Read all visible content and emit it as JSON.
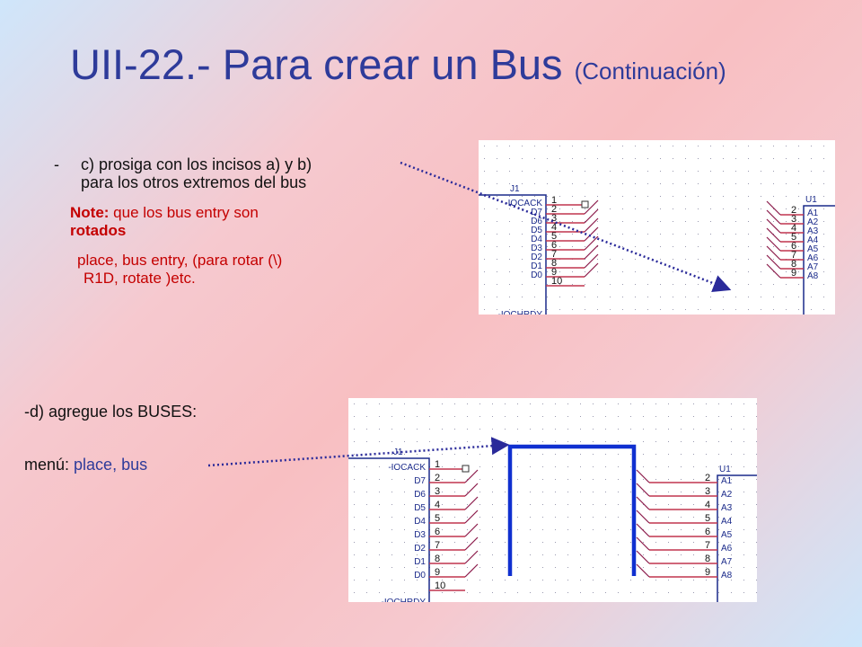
{
  "slide": {
    "title_main": "UII-22.- Para crear un Bus",
    "title_sub": "(Continuación)"
  },
  "step_c": {
    "dash": "-",
    "line1": "c) prosiga con los  incisos a) y b)",
    "line2": "para los otros extremos del bus"
  },
  "note": {
    "keyword": "Note:",
    "text": " que los bus entry son",
    "emphasis": "rotados"
  },
  "place_tip": {
    "line1": "place, bus entry, (para rotar (\\)",
    "line2": "R1D, rotate )etc."
  },
  "step_d": {
    "text": "-d) agregue los  BUSES:"
  },
  "menu": {
    "label": "menú: ",
    "value": "place, bus"
  },
  "schematic1": {
    "j1_ref": "J1",
    "j1_signals": [
      "-IOCACK",
      "D7",
      "D6",
      "D5",
      "D4",
      "D3",
      "D2",
      "D1",
      "D0"
    ],
    "j1_pins": [
      "1",
      "2",
      "3",
      "4",
      "5",
      "6",
      "7",
      "8",
      "9",
      "10"
    ],
    "u1_ref": "U1",
    "u1_signals": [
      "A1",
      "A2",
      "A3",
      "A4",
      "A5",
      "A6",
      "A7",
      "A8"
    ],
    "u1_pins": [
      "2",
      "3",
      "4",
      "5",
      "6",
      "7",
      "8",
      "9"
    ]
  },
  "schematic2": {
    "j1_ref": "J1",
    "j1_signals": [
      "-IOCACK",
      "D7",
      "D6",
      "D5",
      "D4",
      "D3",
      "D2",
      "D1",
      "D0"
    ],
    "j1_pins": [
      "1",
      "2",
      "3",
      "4",
      "5",
      "6",
      "7",
      "8",
      "9",
      "10"
    ],
    "u1_ref": "U1",
    "u1_signals": [
      "A1",
      "A2",
      "A3",
      "A4",
      "A5",
      "A6",
      "A7",
      "A8"
    ],
    "u1_pins": [
      "2",
      "3",
      "4",
      "5",
      "6",
      "7",
      "8",
      "9"
    ]
  },
  "colors": {
    "title": "#2e3b9a",
    "note_text": "#c40000",
    "wire": "#c0354f",
    "bus_entry": "#8b1a4a",
    "bus": "#1030d0",
    "pointer": "#2a2a9a"
  }
}
